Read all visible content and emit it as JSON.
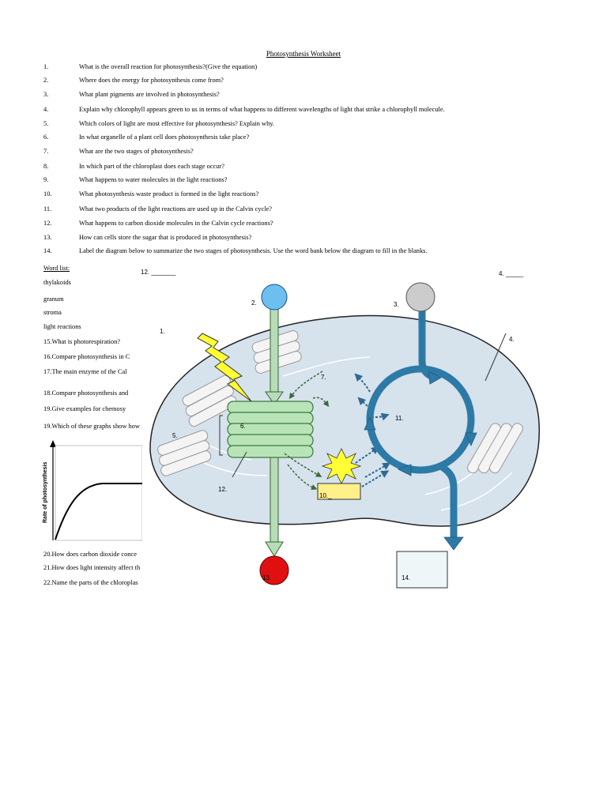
{
  "title": "Photosynthesis Worksheet",
  "questions": [
    {
      "num": "1.",
      "text": "What is the overall reaction for photosynthesis?(Give the equation)"
    },
    {
      "num": "2.",
      "text": "Where does the energy for photosynthesis come from?"
    },
    {
      "num": "3.",
      "text": "What plant pigments are involved in photosynthesis?"
    },
    {
      "num": "4.",
      "text": "Explain why chlorophyll appears green to us in terms of what happens to different wavelengths of light that strike a chlorophyll molecule."
    },
    {
      "num": "5.",
      "text": "Which colors of light are most effective for photosynthesis?  Explain why."
    },
    {
      "num": "6.",
      "text": "In what organelle of a plant cell does photosynthesis take place?"
    },
    {
      "num": "7.",
      "text": "What are the two stages of photosynthesis?"
    },
    {
      "num": "8.",
      "text": "In which part of the chloroplast does each stage occur?"
    },
    {
      "num": "9.",
      "text": "What happens to water molecules in the light reactions?"
    },
    {
      "num": "10.",
      "text": "What photosynthesis waste product is formed in the light reactions?"
    },
    {
      "num": "11.",
      "text": "What two products of the light reactions are used up in the Calvin cycle?"
    },
    {
      "num": "12.",
      "text": "What happens to carbon dioxide molecules in the Calvin cycle reactions?"
    },
    {
      "num": "13.",
      "text": "How can cells store the sugar that is produced in photosynthesis?"
    },
    {
      "num": "14.",
      "text": "Label the diagram below to summarize the two stages of photosynthesis.  Use the word bank below the diagram to fill in the blanks."
    }
  ],
  "sidebar": {
    "word_list_label": "Word list:",
    "words": [
      "thylakoids",
      "granum",
      "stroma",
      "light reactions"
    ],
    "q15": "15.What is photorespiration?",
    "q16": "16.Compare photosynthesis in C",
    "q17": "17.The main enzyme of the Cal",
    "q18": "18.Compare photosynthesis and",
    "q19": "19.Give examples for chemosy",
    "q19b": "19.Which of these graphs show how",
    "q20": "20.How does carbon dioxide conce",
    "q21": "21.How does light intensity affect th",
    "q22": "22.Name the parts of the chloroplas"
  },
  "graph": {
    "ylabel": "Rate of photosynthesis"
  },
  "diagram": {
    "labels": {
      "l1": "1.",
      "l2": "2.",
      "l3": "3.",
      "l4": "4.",
      "l4_blank": "4. _____",
      "l5": "5.",
      "l6": "6.",
      "l7": "7.",
      "l10": "10._",
      "l11": "11.",
      "l12": "12.",
      "l12_blank": "12. _______",
      "l13": "13.",
      "l14": "14."
    },
    "colors": {
      "stroma": "#d6e2ec",
      "green_arrow": "#b8dcb8",
      "blue_cycle": "#2e7aa6",
      "top_left_circle": "#6cc0f0",
      "top_right_circle": "#cccccc",
      "bottom_circle": "#e01010",
      "sun_star": "#ffff33",
      "yellow_box": "#fff08a",
      "light_box": "#eef6f8"
    }
  }
}
